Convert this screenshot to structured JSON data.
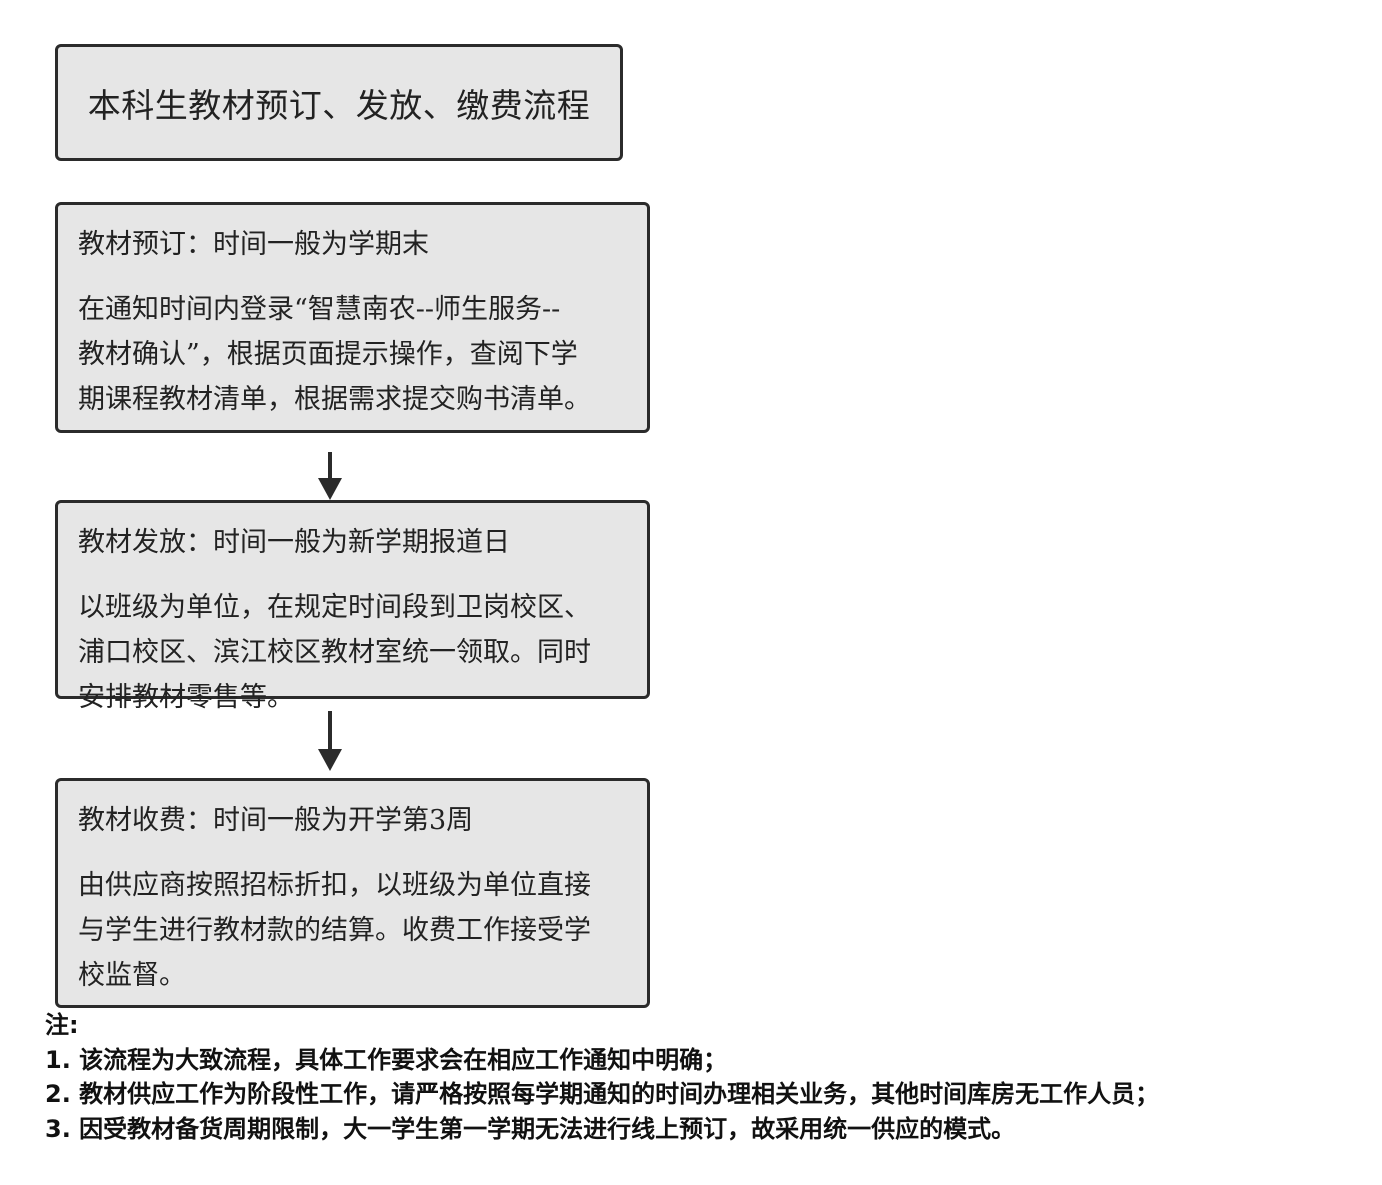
{
  "title": "本科生教材预订、发放、缴费流程",
  "steps": [
    {
      "heading": "教材预订：时间一般为学期末",
      "lines": [
        "在通知时间内登录“智慧南农--师生服务--",
        "教材确认”，根据页面提示操作，查阅下学",
        "期课程教材清单，根据需求提交购书清单。"
      ]
    },
    {
      "heading": "教材发放：时间一般为新学期报道日",
      "lines": [
        "以班级为单位，在规定时间段到卫岗校区、",
        "浦口校区、滨江校区教材室统一领取。同时",
        "安排教材零售等。"
      ]
    },
    {
      "heading": "教材收费：时间一般为开学第3周",
      "lines": [
        "由供应商按照招标折扣，以班级为单位直接",
        "与学生进行教材款的结算。收费工作接受学",
        "校监督。"
      ]
    }
  ],
  "notes": {
    "label": "注:",
    "items": [
      "1. 该流程为大致流程，具体工作要求会在相应工作通知中明确；",
      "2. 教材供应工作为阶段性工作，请严格按照每学期通知的时间办理相关业务，其他时间库房无工作人员；",
      "3. 因受教材备货周期限制，大一学生第一学期无法进行线上预订，故采用统一供应的模式。"
    ]
  }
}
